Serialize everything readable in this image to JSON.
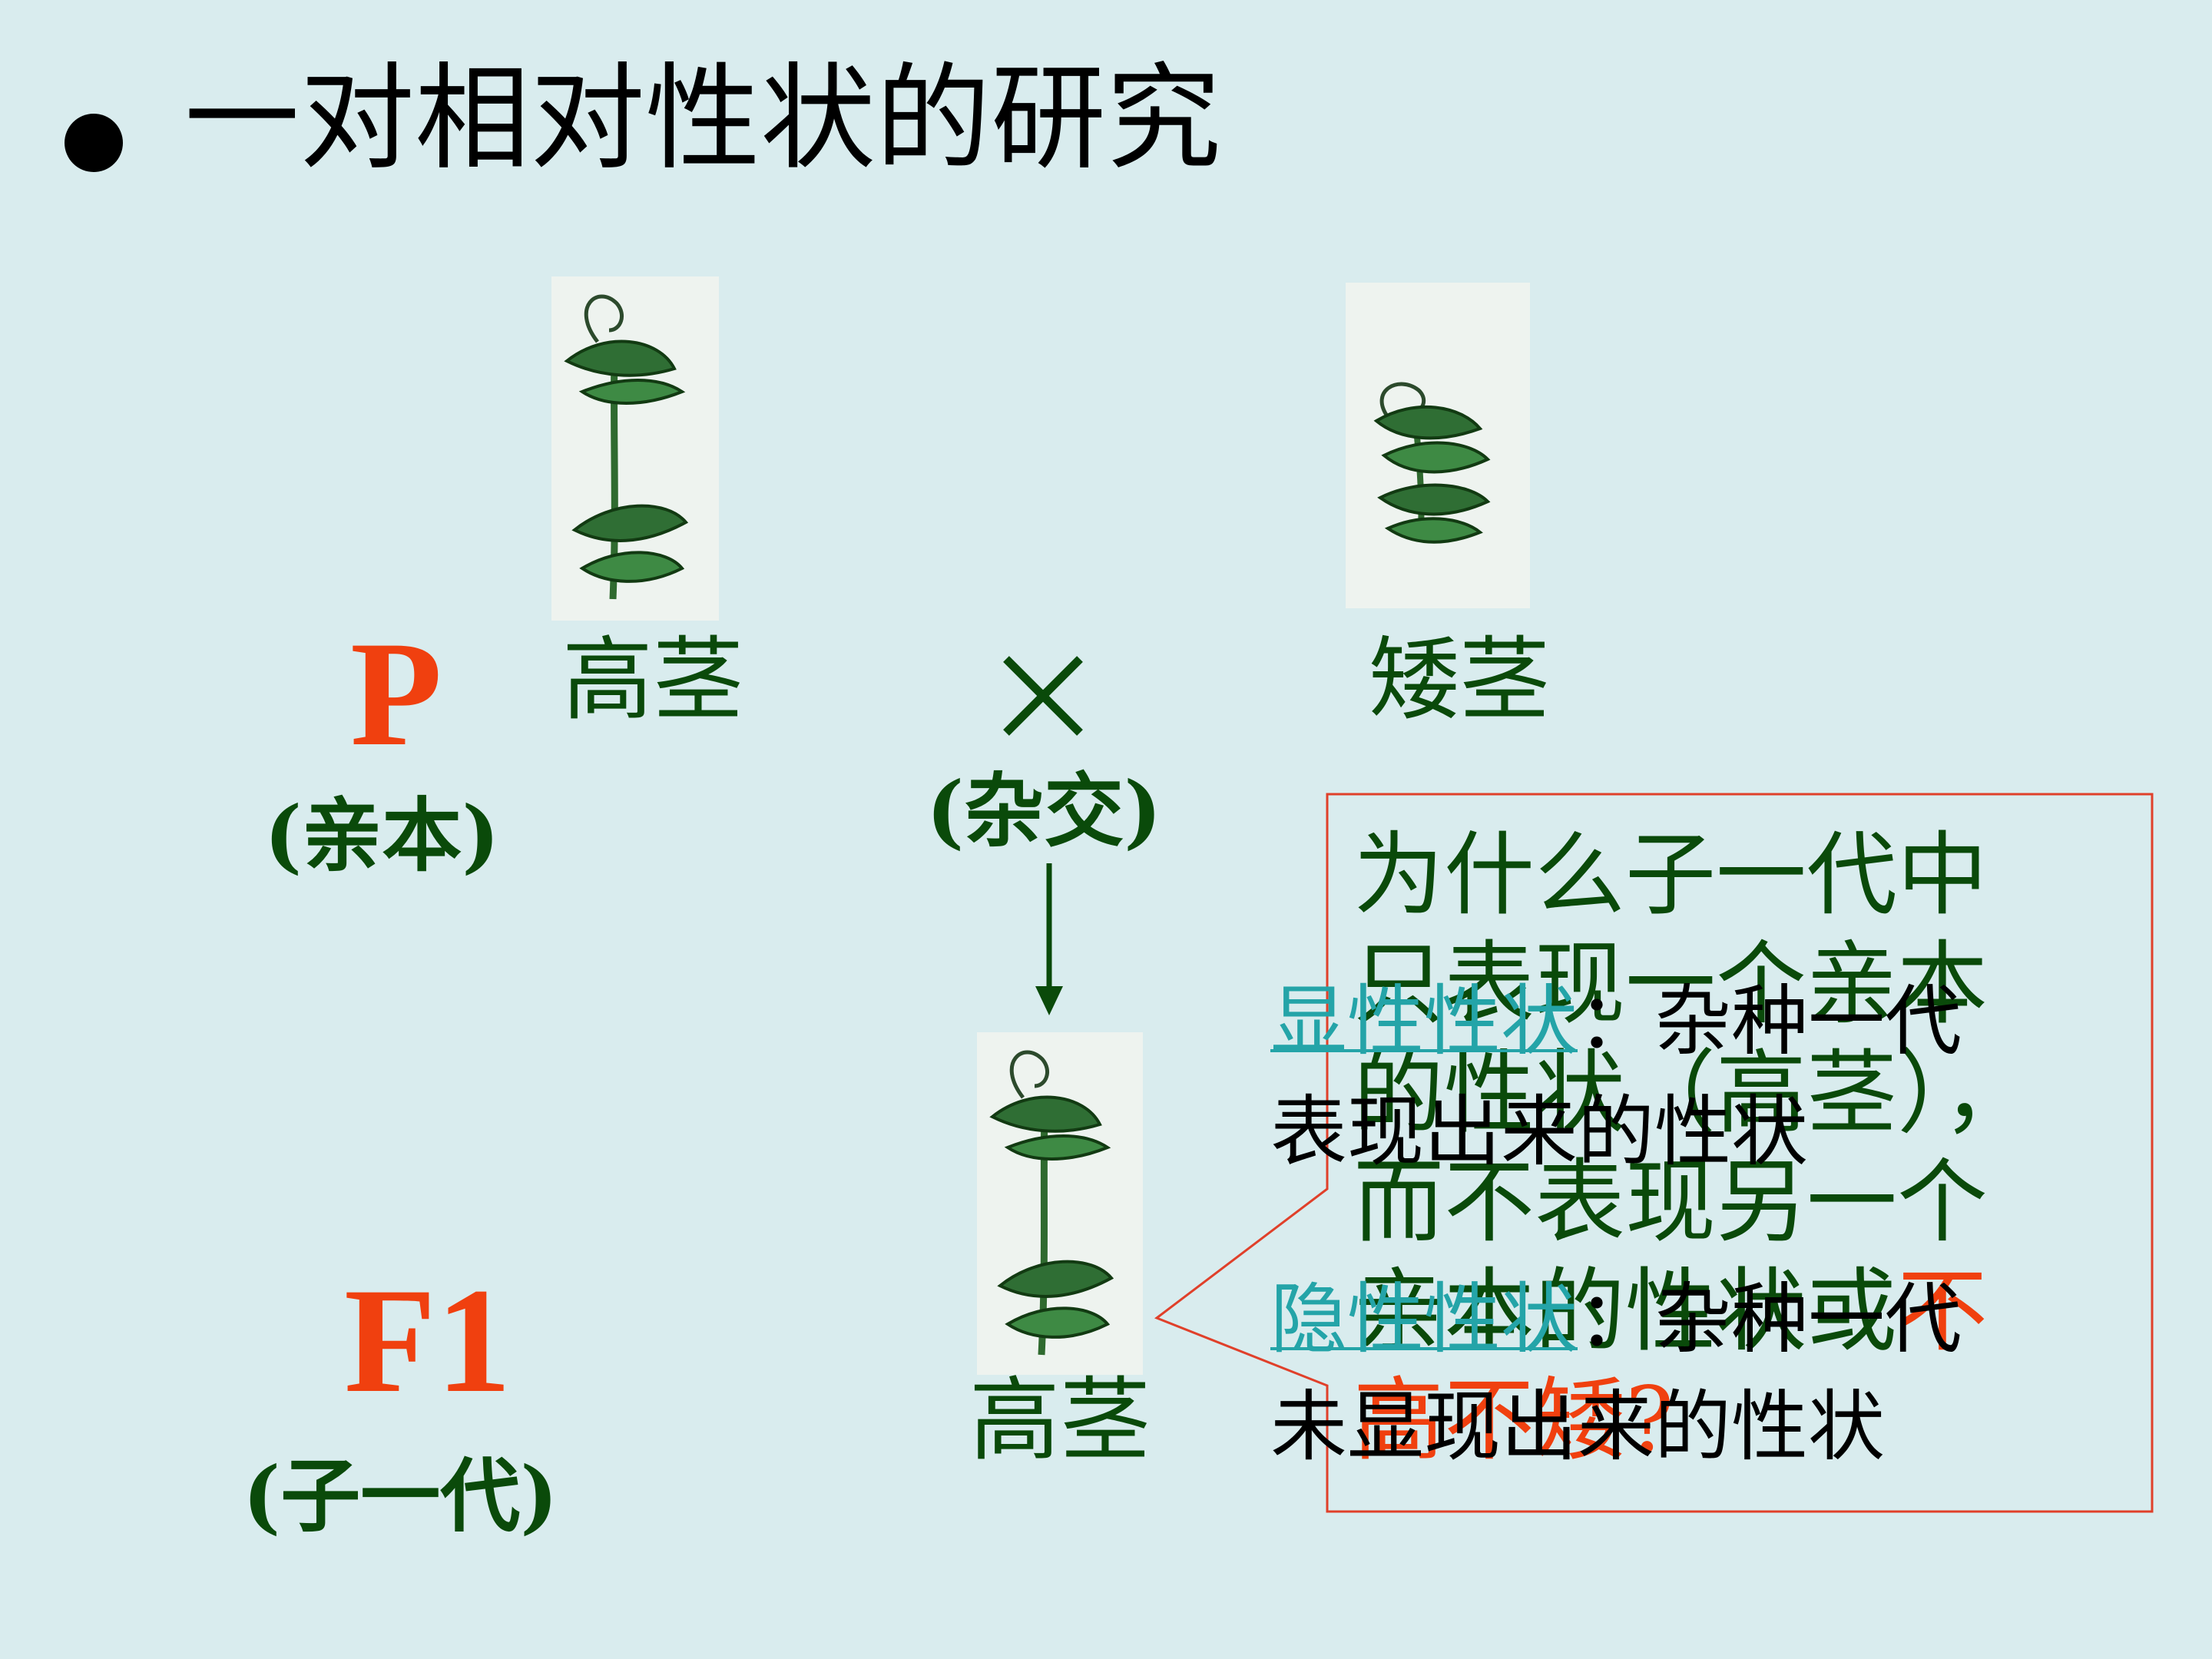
{
  "slide": {
    "title": "一对相对性状的研究",
    "p_label": "P",
    "p_caption": "(亲本)",
    "tall_label": "高茎",
    "short_label": "矮茎",
    "cross_symbol": "×",
    "cross_caption": "(杂交)",
    "f1_label": "F1",
    "f1_caption": "(子一代)",
    "f1_plant_label": "高茎"
  },
  "callout": {
    "question_main": "为什么子一代中只表现一个亲本的性状（高茎），而不表现另一个亲本的性状或",
    "question_tail": "不高不矮?"
  },
  "definitions": {
    "dominant_term": "显性性状",
    "dominant_rest": "：杂种一代",
    "dominant_line2": "表现出来的性状",
    "recessive_term": "隐性性状",
    "recessive_rest": "：杂种一代",
    "recessive_line2": "未显现出来的性状"
  },
  "colors": {
    "background": "#d9ecee",
    "accent_red": "#f0400f",
    "dark_green": "#0a4a0a",
    "teal": "#24a4a8"
  }
}
